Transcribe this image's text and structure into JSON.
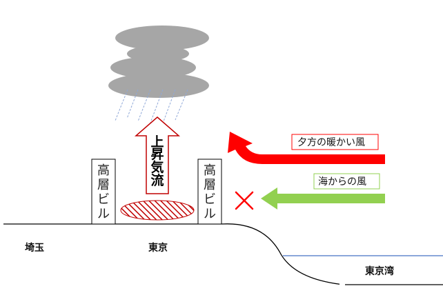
{
  "labels": {
    "building_left": [
      "高",
      "層",
      "ビ",
      "ル"
    ],
    "building_right": [
      "高",
      "層",
      "ビ",
      "ル"
    ],
    "updraft": [
      "上",
      "昇",
      "気",
      "流"
    ],
    "warm_wind": "夕方の暖かい風",
    "sea_wind": "海からの風",
    "saitama": "埼玉",
    "tokyo": "東京",
    "tokyo_bay": "東京湾"
  },
  "colors": {
    "cloud": "#a6a6a6",
    "rain": "#8fa8d8",
    "warm_arrow": "#ff0000",
    "sea_arrow": "#92d050",
    "cross": "#ff0000",
    "heat_island": "#c00000",
    "sea_line": "#4472c4",
    "ground": "#000000"
  },
  "icons": {
    "blocked": "cross-mark-icon"
  }
}
